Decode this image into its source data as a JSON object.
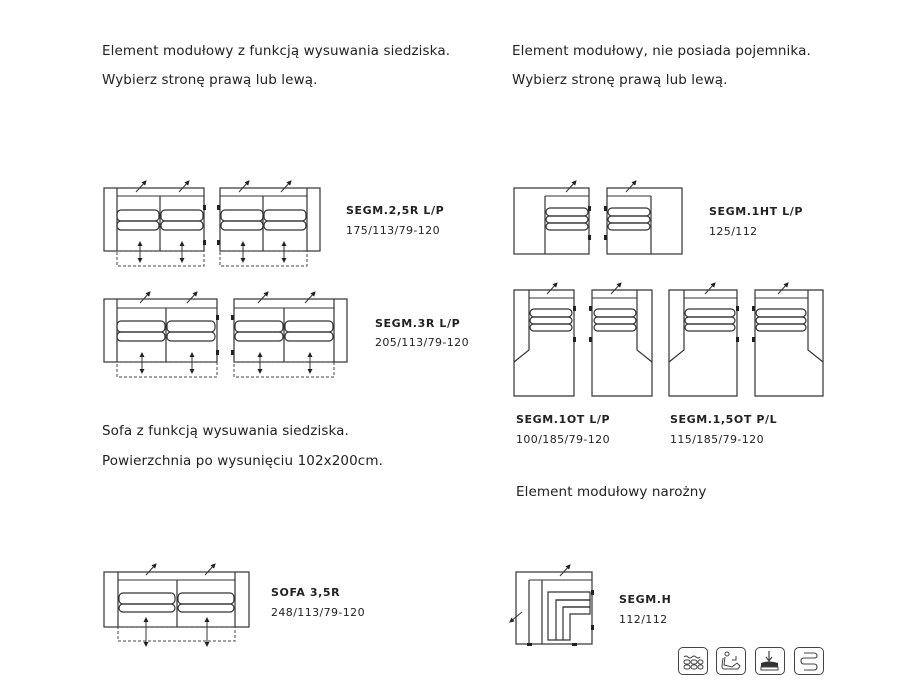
{
  "headings": {
    "left_line1": "Element modułowy z funkcją wysuwania siedziska.",
    "left_line2": "Wybierz stronę prawą lub lewą.",
    "right_line1": "Element modułowy, nie posiada pojemnika.",
    "right_line2": "Wybierz stronę prawą lub lewą.",
    "sofa_line1": "Sofa z funkcją wysuwania siedziska.",
    "sofa_line2": "Powierzchnia po wysunięciu 102x200cm.",
    "corner_heading": "Element modułowy narożny"
  },
  "products": {
    "segm25": {
      "code": "SEGM.2,5R L/P",
      "dims": "175/113/79-120"
    },
    "segm3": {
      "code": "SEGM.3R L/P",
      "dims": "205/113/79-120"
    },
    "segm1ht": {
      "code": "SEGM.1HT L/P",
      "dims": "125/112"
    },
    "segm1ot": {
      "code": "SEGM.1OT L/P",
      "dims": "100/185/79-120"
    },
    "segm15ot": {
      "code": "SEGM.1,5OT P/L",
      "dims": "115/185/79-120"
    },
    "sofa35": {
      "code": "SOFA 3,5R",
      "dims": "248/113/79-120"
    },
    "segmh": {
      "code": "SEGM.H",
      "dims": "112/112"
    }
  },
  "feature_icons": [
    "cushion-icon",
    "recline-icon",
    "storage-icon",
    "spring-icon"
  ]
}
